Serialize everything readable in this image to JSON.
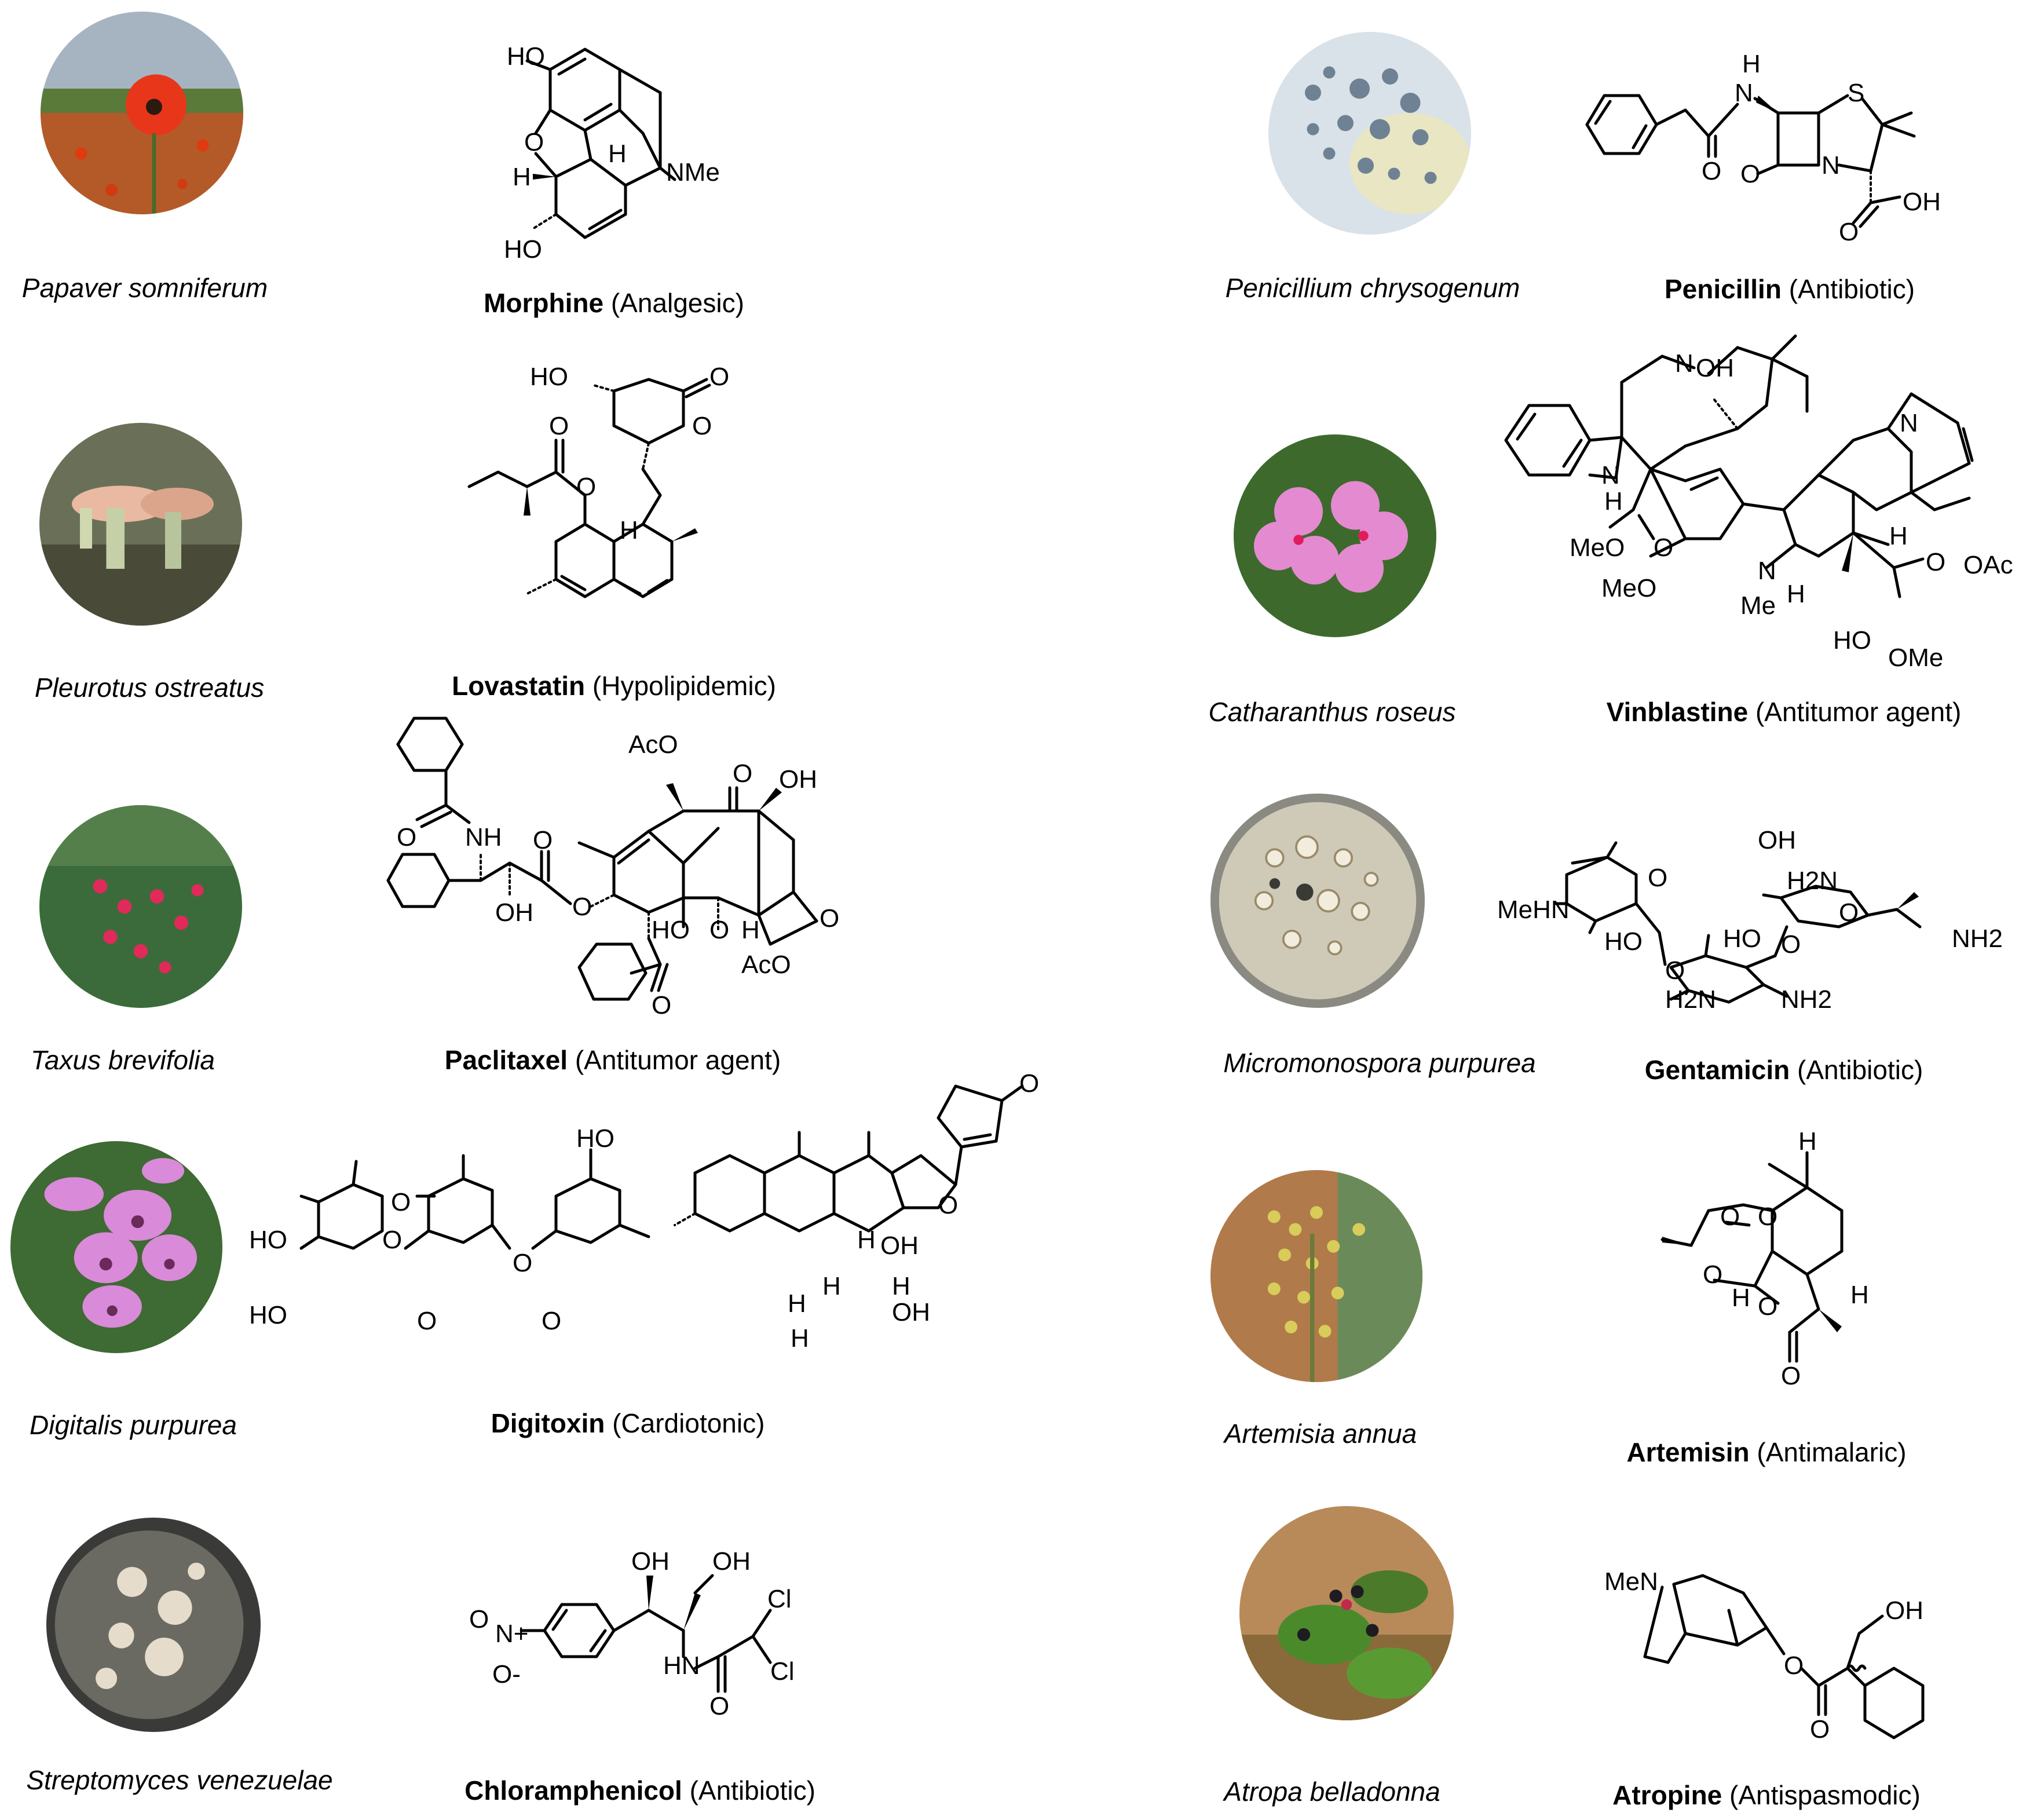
{
  "entries": [
    {
      "species": "Papaver somniferum",
      "compound": "Morphine",
      "activity": "(Analgesic)",
      "atoms": [
        "HO",
        "O",
        "H",
        "H",
        "NMe",
        "HO"
      ]
    },
    {
      "species": "Penicillium chrysogenum",
      "compound": "Penicillin",
      "activity": "(Antibiotic)",
      "atoms": [
        "H",
        "N",
        "S",
        "O",
        "O",
        "N",
        "O",
        "OH"
      ]
    },
    {
      "species": "Pleurotus ostreatus",
      "compound": "Lovastatin",
      "activity": "(Hypolipidemic)",
      "atoms": [
        "HO",
        "O",
        "O",
        "O",
        "O",
        "H"
      ]
    },
    {
      "species": "Catharanthus roseus",
      "compound": "Vinblastine",
      "activity": "(Antitumor agent)",
      "atoms": [
        "OH",
        "N",
        "N",
        "H",
        "N",
        "MeO",
        "O",
        "MeO",
        "N",
        "Me",
        "H",
        "H",
        "OAc",
        "O",
        "HO",
        "OMe"
      ]
    },
    {
      "species": "Taxus brevifolia",
      "compound": "Paclitaxel",
      "activity": "(Antitumor agent)",
      "atoms": [
        "AcO",
        "O",
        "OH",
        "O",
        "NH",
        "O",
        "O",
        "OH",
        "HO",
        "O",
        "H",
        "O",
        "AcO",
        "O"
      ]
    },
    {
      "species": "Micromonospora purpurea",
      "compound": "Gentamicin",
      "activity": "(Antibiotic)",
      "atoms": [
        "OH",
        "O",
        "MeHN",
        "HO",
        "O",
        "HO",
        "H2N",
        "O",
        "O",
        "NH2",
        "H2N",
        "NH2"
      ]
    },
    {
      "species": "Digitalis purpurea",
      "compound": "Digitoxin",
      "activity": "(Cardiotonic)",
      "atoms": [
        "O",
        "O",
        "OH",
        "H",
        "HO",
        "O",
        "HO",
        "O",
        "HO",
        "O",
        "O",
        "O",
        "H",
        "H",
        "H",
        "OH",
        "H"
      ]
    },
    {
      "species": "Artemisia annua",
      "compound": "Artemisin",
      "activity": "(Antimalaric)",
      "atoms": [
        "H",
        "O",
        "O",
        "O",
        "H",
        "O",
        "H",
        "O"
      ]
    },
    {
      "species": "Streptomyces venezuelae",
      "compound": "Chloramphenicol",
      "activity": "(Antibiotic)",
      "atoms": [
        "OH",
        "OH",
        "Cl",
        "O",
        "N+",
        "HN",
        "Cl",
        "O-",
        "O"
      ]
    },
    {
      "species": "Atropa belladonna",
      "compound": "Atropine",
      "activity": "(Antispasmodic)",
      "atoms": [
        "MeN",
        "OH",
        "O",
        "O"
      ]
    }
  ],
  "colors": {
    "ink": "#000000",
    "background": "#ffffff"
  }
}
